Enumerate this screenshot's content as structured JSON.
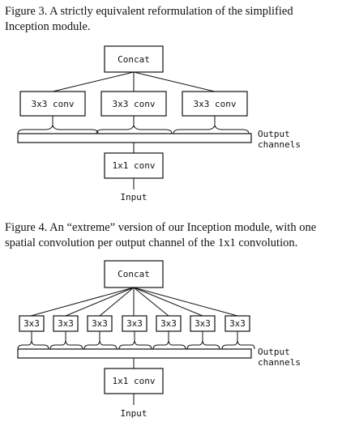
{
  "figure3": {
    "caption": "Figure 3. A strictly equivalent reformulation of the simplified Inception module.",
    "concat_label": "Concat",
    "conv_labels": [
      "3x3 conv",
      "3x3 conv",
      "3x3 conv"
    ],
    "output_label_line1": "Output",
    "output_label_line2": "channels",
    "pointwise_label": "1x1 conv",
    "input_label": "Input"
  },
  "figure4": {
    "caption": "Figure 4. An “extreme” version of our Inception module, with one spatial convolution per output channel of the 1x1 convolution.",
    "concat_label": "Concat",
    "conv_labels": [
      "3x3",
      "3x3",
      "3x3",
      "3x3",
      "3x3",
      "3x3",
      "3x3"
    ],
    "output_label_line1": "Output",
    "output_label_line2": "channels",
    "pointwise_label": "1x1 conv",
    "input_label": "Input"
  }
}
